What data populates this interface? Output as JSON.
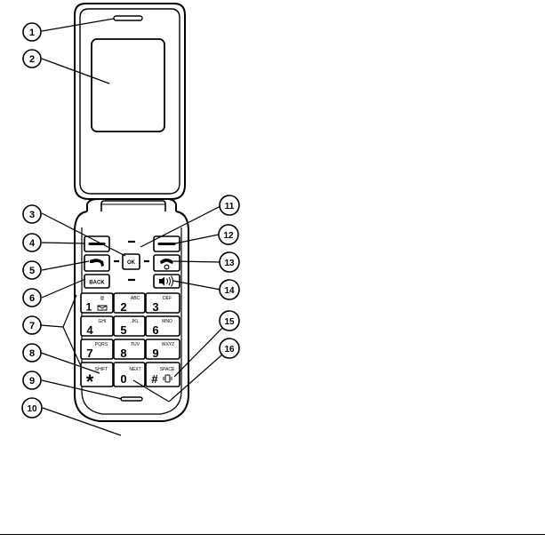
{
  "callouts": [
    {
      "num": "1",
      "part": "earpiece"
    },
    {
      "num": "2",
      "part": "display"
    },
    {
      "num": "3",
      "part": "ok-key"
    },
    {
      "num": "4",
      "part": "left-soft-key"
    },
    {
      "num": "5",
      "part": "call-key"
    },
    {
      "num": "6",
      "part": "back-key"
    },
    {
      "num": "7",
      "part": "keypad"
    },
    {
      "num": "8",
      "part": "star-key"
    },
    {
      "num": "9",
      "part": "microphone"
    },
    {
      "num": "10",
      "part": "lanyard-hole"
    },
    {
      "num": "11",
      "part": "navigation-key"
    },
    {
      "num": "12",
      "part": "right-soft-key"
    },
    {
      "num": "13",
      "part": "end-key"
    },
    {
      "num": "14",
      "part": "speaker-key"
    },
    {
      "num": "15",
      "part": "hash-key"
    },
    {
      "num": "16",
      "part": "zero-key"
    }
  ],
  "keys": {
    "ok": "OK",
    "back": "BACK",
    "k1": "1",
    "k2": "2",
    "k3": "3",
    "k4": "4",
    "k5": "5",
    "k6": "6",
    "k7": "7",
    "k8": "8",
    "k9": "9",
    "kstar": "*",
    "k0": "0",
    "khash": "#",
    "k1_sub": "@",
    "k2_sub": "ABC",
    "k3_sub": "DEF",
    "k4_sub": "GHI",
    "k5_sub": "JKL",
    "k6_sub": "MNO",
    "k7_sub": "PQRS",
    "k8_sub": "TUV",
    "k9_sub": "WXYZ",
    "kstar_sub": "SHIFT",
    "k0_sub": "NEXT",
    "khash_sub": "SPACE"
  }
}
